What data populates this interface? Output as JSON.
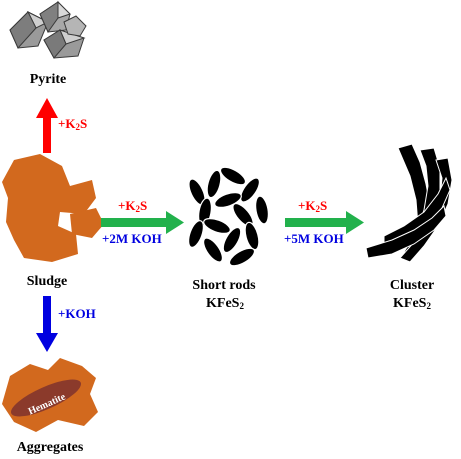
{
  "labels": {
    "pyrite": "Pyrite",
    "sludge": "Sludge",
    "aggregates": "Aggregates",
    "hematite": "Hematite",
    "short_rods_line1": "Short rods",
    "cluster_line1": "Cluster",
    "kfes2_base": "KFeS",
    "kfes2_sub": "2"
  },
  "reagents": {
    "up_k2s_base": "+K",
    "up_k2s_sub": "2",
    "up_k2s_tail": "S",
    "down_koh": "+KOH",
    "mid1_k2s_base": "+K",
    "mid1_k2s_sub": "2",
    "mid1_k2s_tail": "S",
    "mid1_koh": "+2M KOH",
    "mid2_k2s_base": "+K",
    "mid2_k2s_sub": "2",
    "mid2_k2s_tail": "S",
    "mid2_koh": "+5M KOH"
  },
  "colors": {
    "sludge": "#d2691e",
    "hematite": "#8b3a2b",
    "arrow_up": "#ff0000",
    "arrow_down": "#0000e0",
    "arrow_right": "#22b14c",
    "pyrite": "#8c8c8c"
  }
}
